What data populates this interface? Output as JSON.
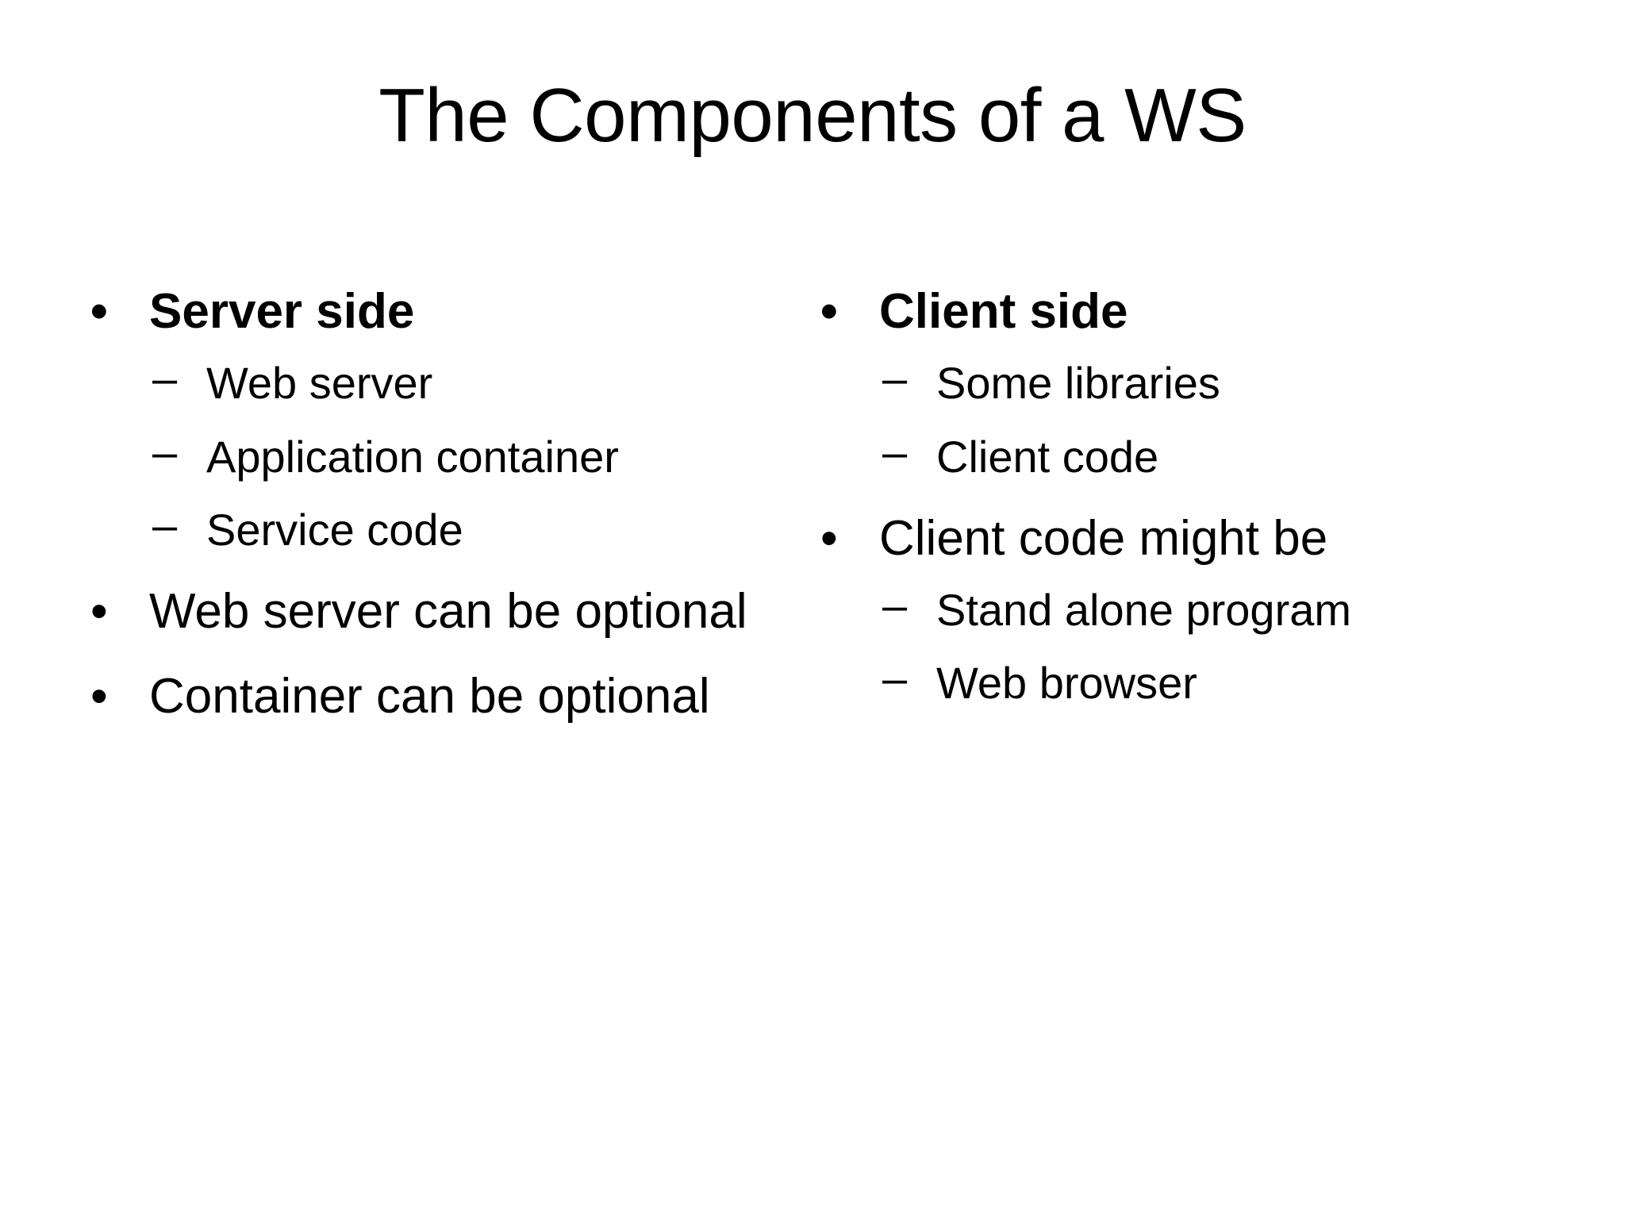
{
  "slide": {
    "background_color": "#ffffff",
    "text_color": "#000000",
    "title": "The Components of a WS"
  },
  "markers": {
    "level1_bullet": "•",
    "level2_bullet": "–"
  },
  "columns": {
    "left": {
      "items": [
        {
          "text": "Server side",
          "bold": true
        },
        {
          "text": "Web server",
          "bold": false
        },
        {
          "text": "Application container",
          "bold": false
        },
        {
          "text": "Service code",
          "bold": false
        },
        {
          "text": "Web server can be optional",
          "bold": false
        },
        {
          "text": "Container can be optional",
          "bold": false
        }
      ]
    },
    "right": {
      "items": [
        {
          "text": "Client side",
          "bold": true
        },
        {
          "text": "Some libraries",
          "bold": false
        },
        {
          "text": "Client code",
          "bold": false
        },
        {
          "text": "Client code might be",
          "bold": false
        },
        {
          "text": "Stand alone program",
          "bold": false
        },
        {
          "text": "Web browser",
          "bold": false
        }
      ]
    }
  }
}
